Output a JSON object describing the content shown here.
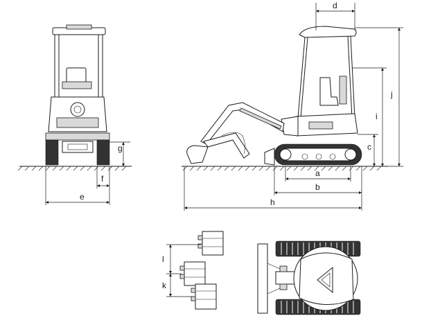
{
  "dimension_labels": {
    "a": "a",
    "b": "b",
    "c": "c",
    "d": "d",
    "e": "e",
    "f": "f",
    "g": "g",
    "h": "h",
    "i": "i",
    "j": "j",
    "k": "k",
    "l": "l"
  }
}
